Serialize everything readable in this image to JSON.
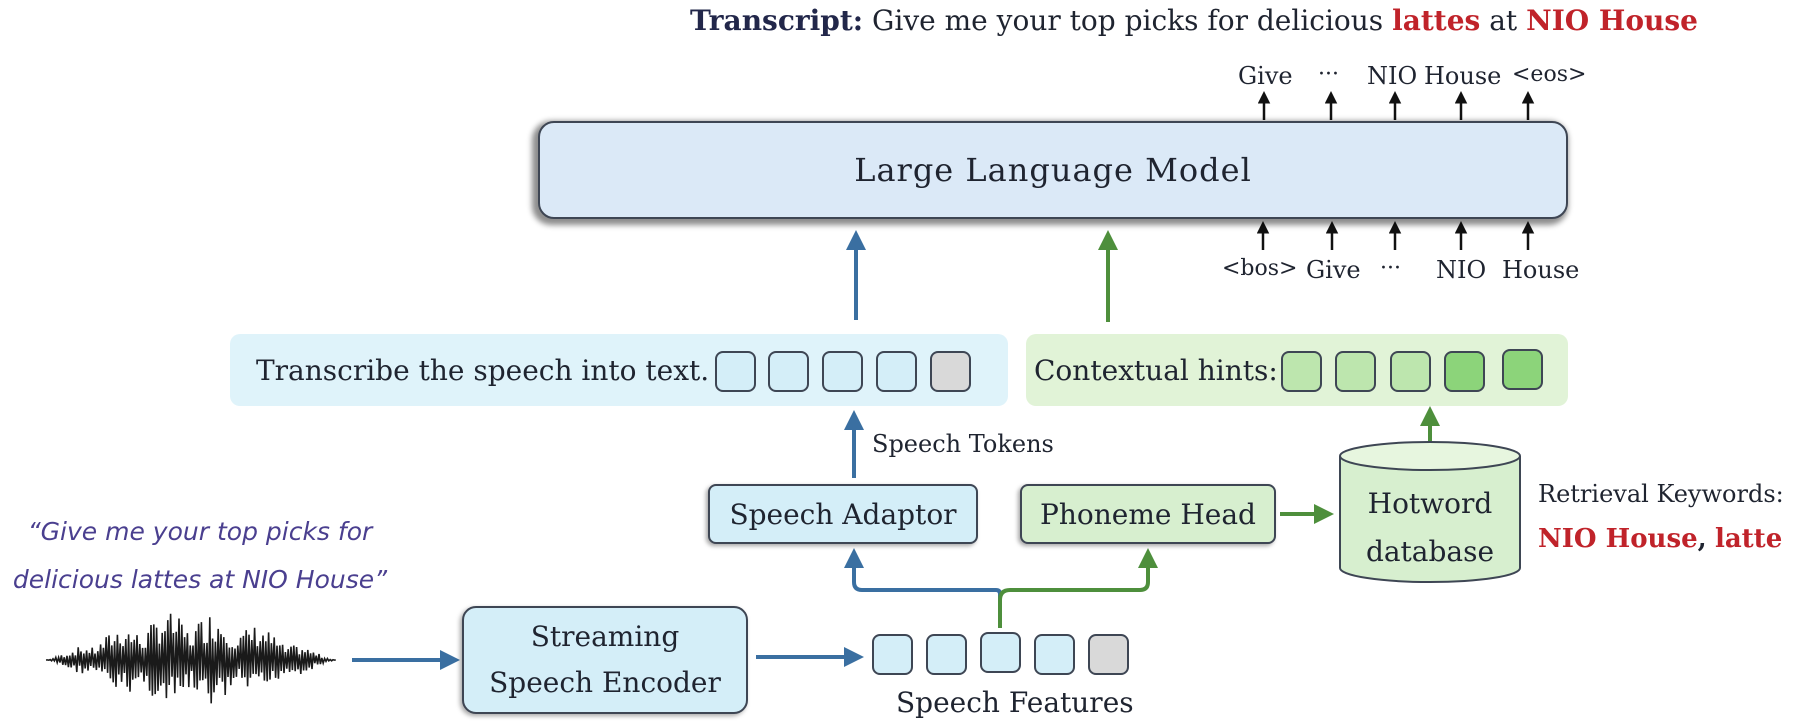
{
  "transcript": {
    "label": "Transcript:",
    "plain1": "Give me your top picks for delicious",
    "key1": "lattes",
    "plain2": "at",
    "key2": "NIO House"
  },
  "llm": {
    "title": "Large Language Model"
  },
  "output_tokens": [
    "Give",
    "···",
    "NIO",
    "House",
    "<eos>"
  ],
  "input_tokens": [
    "<bos>",
    "Give",
    "···",
    "NIO",
    "House"
  ],
  "prompt": {
    "text": "Transcribe the speech into text."
  },
  "hints": {
    "text": "Contextual hints:"
  },
  "speech_tokens_label": "Speech Tokens",
  "speech_adaptor": {
    "label": "Speech Adaptor"
  },
  "phoneme_head": {
    "label": "Phoneme Head"
  },
  "hotword_db": {
    "line1": "Hotword",
    "line2": "database"
  },
  "retrieval": {
    "label": "Retrieval Keywords:",
    "kw1": "NIO House",
    "sep": ",",
    "kw2": "latte"
  },
  "quote": {
    "line1": "“Give me your top picks for",
    "line2": "delicious lattes at NIO House”"
  },
  "encoder": {
    "line1": "Streaming",
    "line2": "Speech Encoder"
  },
  "speech_features_label": "Speech Features",
  "colors": {
    "blue_arrow": "#3a6fa1",
    "green_arrow": "#4e8f3c",
    "keyword_red": "#c0232a",
    "quote_purple": "#4a3f8f"
  }
}
